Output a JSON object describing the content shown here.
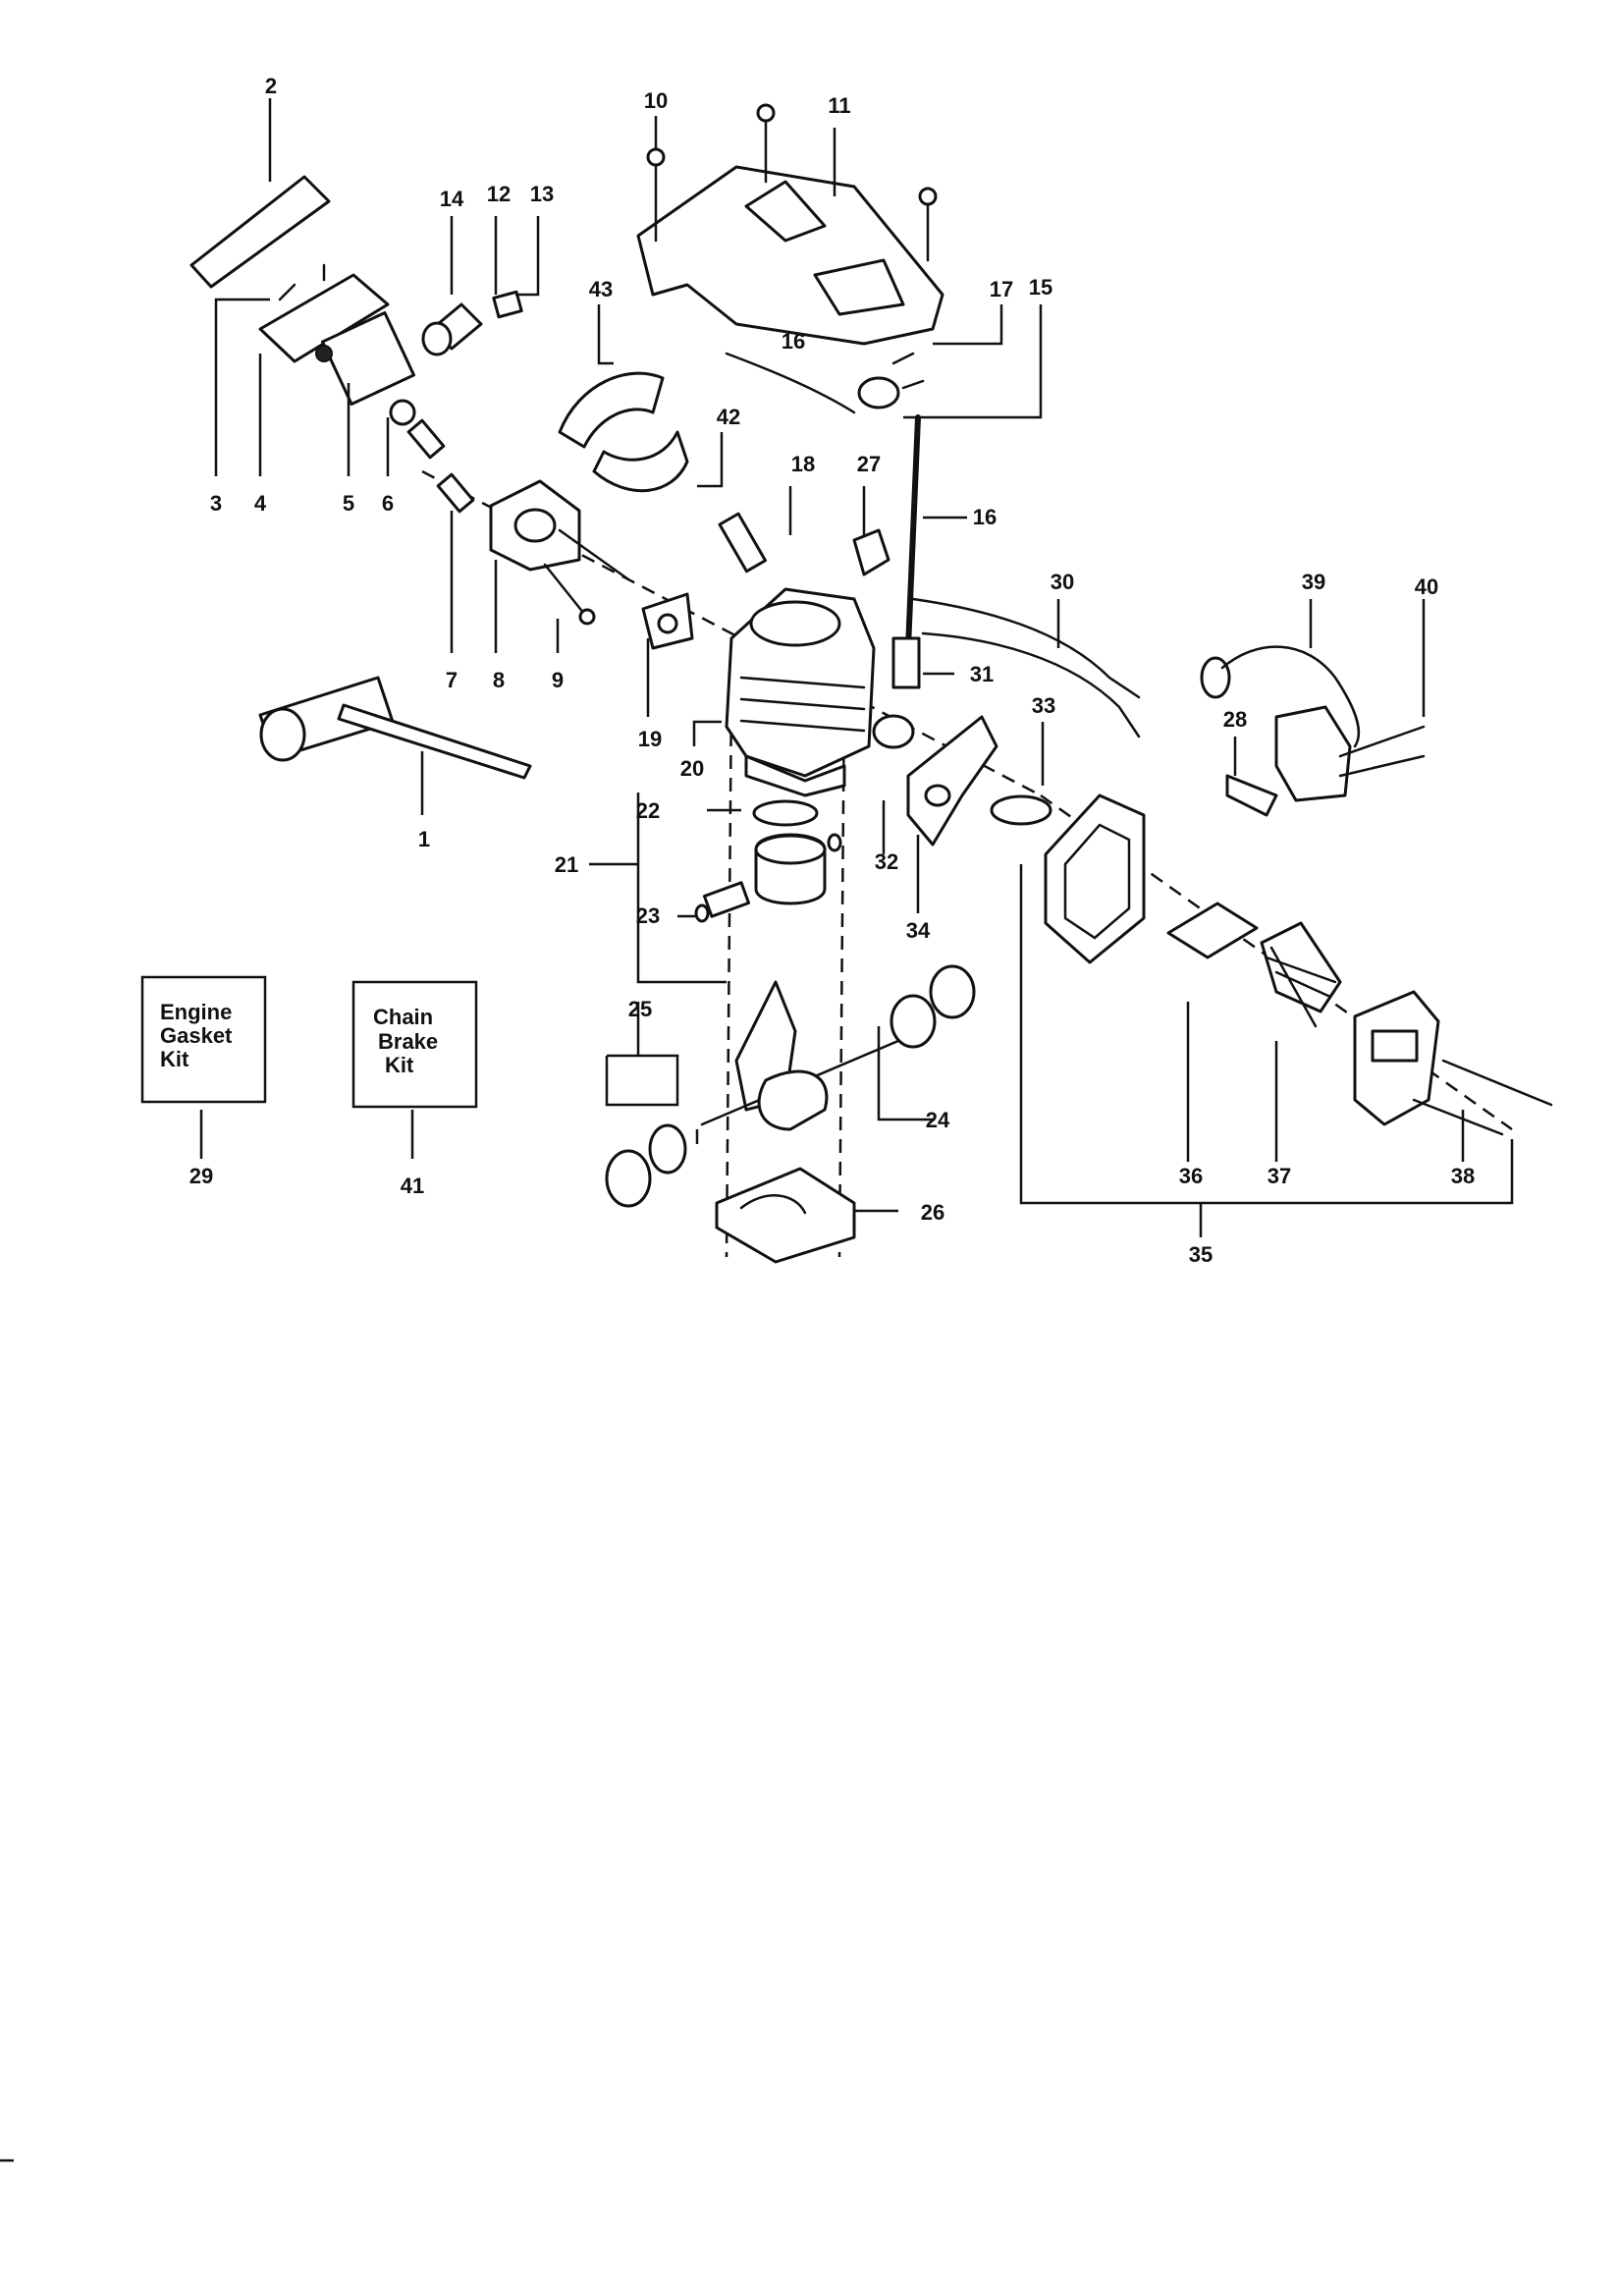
{
  "callouts": {
    "c1": "1",
    "c2": "2",
    "c3": "3",
    "c4": "4",
    "c5": "5",
    "c6": "6",
    "c7": "7",
    "c8": "8",
    "c9": "9",
    "c10": "10",
    "c11": "11",
    "c12": "12",
    "c13": "13",
    "c14": "14",
    "c15": "15",
    "c16a": "16",
    "c16b": "16",
    "c17": "17",
    "c18": "18",
    "c19": "19",
    "c20": "20",
    "c21": "21",
    "c22": "22",
    "c23": "23",
    "c24": "24",
    "c25": "25",
    "c26": "26",
    "c27": "27",
    "c28": "28",
    "c29": "29",
    "c30": "30",
    "c31": "31",
    "c32": "32",
    "c33": "33",
    "c34": "34",
    "c35": "35",
    "c36": "36",
    "c37": "37",
    "c38": "38",
    "c39": "39",
    "c40": "40",
    "c41": "41",
    "c42": "42",
    "c43": "43"
  },
  "kits": {
    "engine_gasket": {
      "line1": "Engine",
      "line2": "Gasket",
      "line3": "Kit"
    },
    "chain_brake": {
      "line1": "Chain",
      "line2": "Brake",
      "line3": "Kit"
    }
  }
}
